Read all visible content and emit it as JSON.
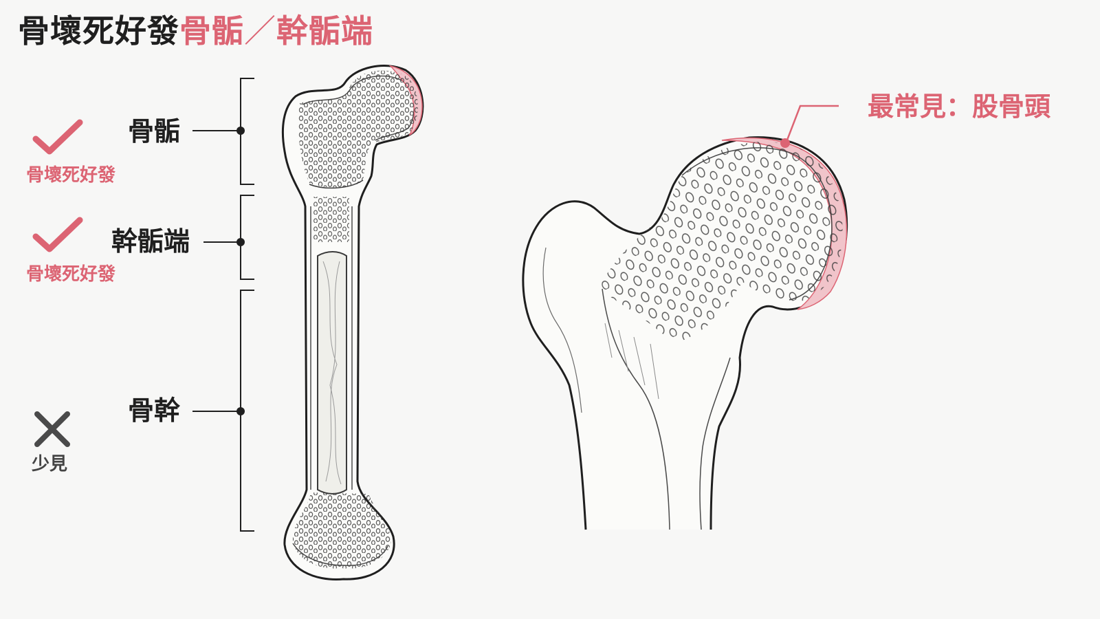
{
  "title": {
    "lead": "骨壞死好發",
    "part1": "骨骺",
    "separator": "／",
    "part2": "幹骺端"
  },
  "regions": [
    {
      "label": "骨骺",
      "frequency_text": "骨壞死好發",
      "status": "common"
    },
    {
      "label": "幹骺端",
      "frequency_text": "骨壞死好發",
      "status": "common"
    },
    {
      "label": "骨幹",
      "frequency_text": "少見",
      "status": "rare"
    }
  ],
  "callout": {
    "text": "最常見：股骨頭"
  },
  "colors": {
    "accent": "#dc6473",
    "cartilage": "#f1c4ca",
    "ink": "#1f1f1f",
    "icon_gray": "#4a4a4a",
    "background": "#f7f7f6"
  },
  "icons": {
    "common": "checkmark-icon",
    "rare": "cross-icon"
  }
}
